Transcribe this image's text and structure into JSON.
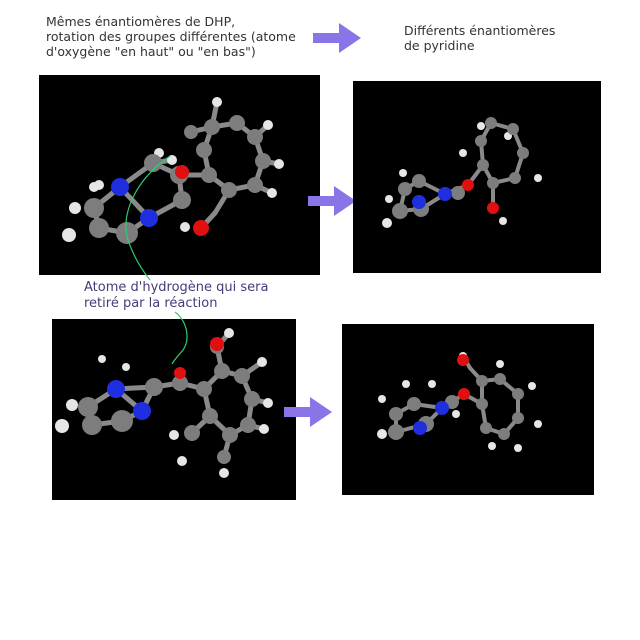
{
  "colors": {
    "background": "#ffffff",
    "panel": "#000000",
    "arrow": "#8b74e8",
    "annotation_text": "#4a3a7a",
    "annotation_line": "#2ecc71",
    "atom_carbon": "#7d7d7d",
    "atom_hydrogen": "#e6e6e6",
    "atom_nitrogen": "#1f2fe0",
    "atom_oxygen": "#e01010"
  },
  "top_left_text": "Mêmes énantiomères de DHP,\nrotation des groupes différentes (atome\nd'oxygène \"en haut\" ou \"en bas\")",
  "top_right_text": "Différents énantiomères\nde pyridine",
  "hydrogen_annotation": "Atome d'hydrogène qui sera\n retiré par la réaction",
  "panels": [
    {
      "name": "dhp-model-oxygen-down",
      "icon": "molecule-3d-model"
    },
    {
      "name": "pyridine-model-1",
      "icon": "molecule-3d-model"
    },
    {
      "name": "dhp-model-oxygen-up",
      "icon": "molecule-3d-model"
    },
    {
      "name": "pyridine-model-2",
      "icon": "molecule-3d-model"
    }
  ]
}
